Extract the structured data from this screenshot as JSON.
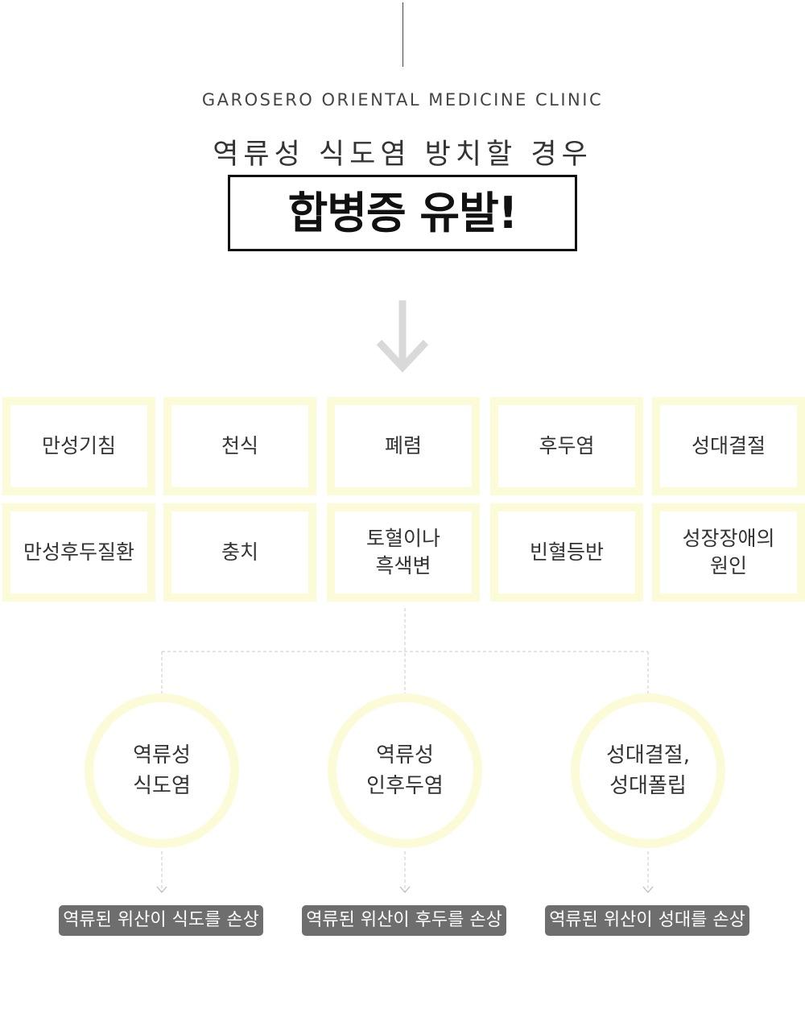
{
  "header": {
    "clinic_name": "GAROSERO ORIENTAL MEDICINE CLINIC",
    "headline": "역류성 식도염 방치할 경우",
    "emphasis": "합병증 유발!"
  },
  "complications": [
    "만성기침",
    "천식",
    "폐렴",
    "후두염",
    "성대결절",
    "만성후두질환",
    "충치",
    "토혈이나\n흑색변",
    "빈혈등반",
    "성장장애의\n원인"
  ],
  "conditions": [
    {
      "name": "역류성\n식도염",
      "effect": "역류된 위산이 식도를 손상"
    },
    {
      "name": "역류성\n인후두염",
      "effect": "역류된 위산이 후두를 손상"
    },
    {
      "name": "성대결절,\n성대폴립",
      "effect": "역류된 위산이 성대를 손상"
    }
  ],
  "colors": {
    "tile_border": "#fcfbd7",
    "pill_background": "#6e6e6e",
    "arrow": "#d9d9d9"
  }
}
